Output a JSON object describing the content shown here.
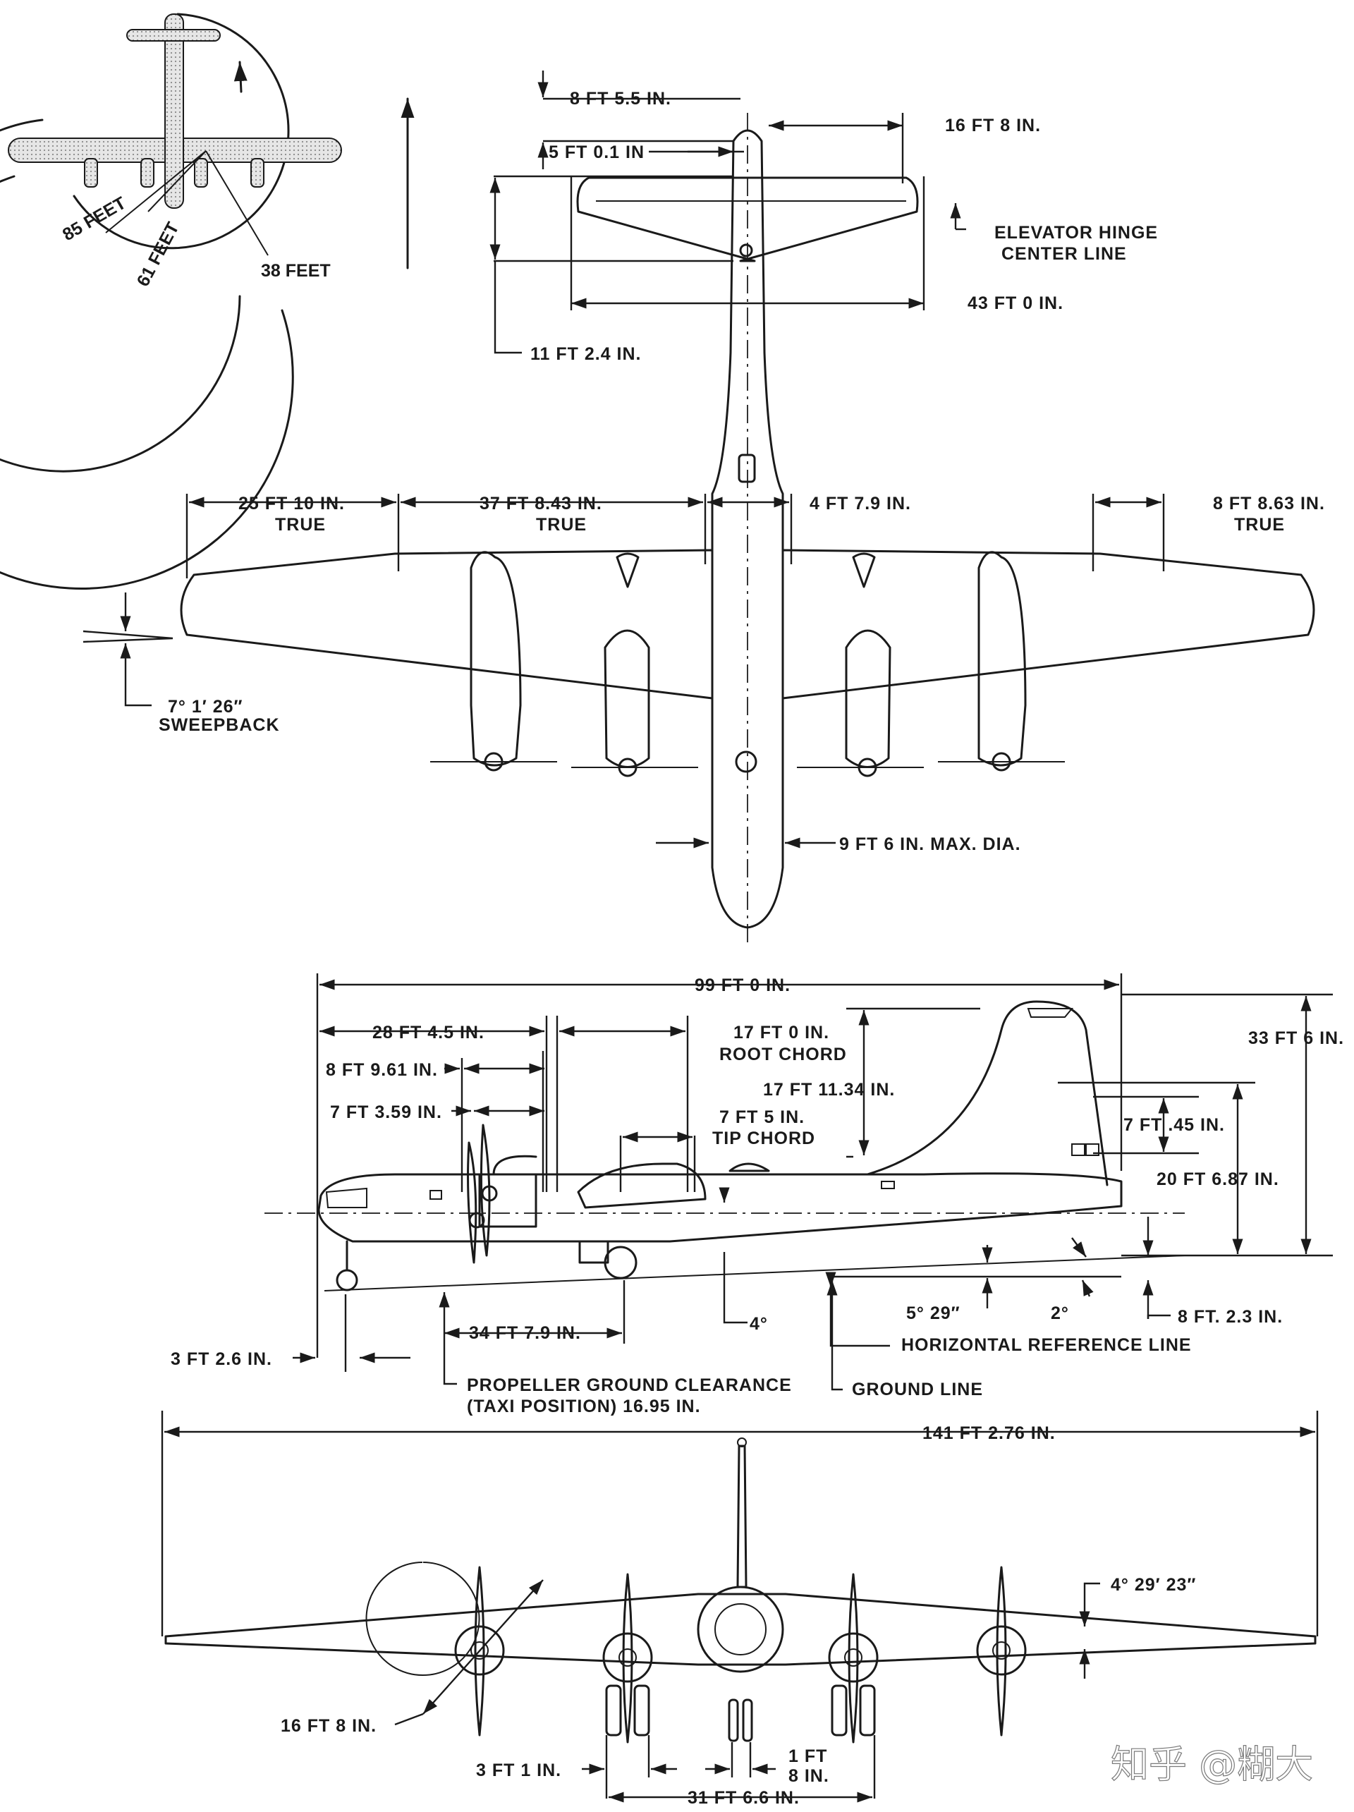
{
  "turning": {
    "r85": "85 FEET",
    "r61": "61 FEET",
    "r38": "38 FEET"
  },
  "plan": {
    "d_8ft5_5": "8 FT 5.5 IN.",
    "d_5ft0_1": "5 FT 0.1 IN",
    "d_16ft8": "16 FT 8 IN.",
    "elevator_1": "ELEVATOR HINGE",
    "elevator_2": "CENTER LINE",
    "d_43ft0": "43 FT 0 IN.",
    "d_11ft2_4": "11 FT 2.4 IN.",
    "d_25ft10": "25 FT 10 IN.",
    "d_37ft8_43": "37 FT 8.43 IN.",
    "d_4ft7_9": "4 FT 7.9 IN.",
    "d_8ft8_63": "8 FT 8.63 IN.",
    "true1": "TRUE",
    "true2": "TRUE",
    "true3": "TRUE",
    "sweep_angle": "7° 1′ 26″",
    "sweep_label": "SWEEPBACK",
    "d_9ft6": "9 FT 6 IN. MAX. DIA."
  },
  "side": {
    "d_99ft0": "99 FT 0 IN.",
    "d_28ft4_5": "28 FT 4.5 IN.",
    "d_17ft0": "17 FT 0 IN.",
    "root_chord": "ROOT CHORD",
    "d_8ft9_61": "8 FT 9.61 IN.",
    "d_17ft11_34": "17 FT 11.34 IN.",
    "d_33ft6": "33 FT 6 IN.",
    "d_7ft3_59": "7 FT 3.59 IN.",
    "d_7ft5": "7 FT 5 IN.",
    "tip_chord": "TIP CHORD",
    "d_7ft45": "7 FT .45 IN.",
    "d_20ft6_87": "20 FT 6.87 IN.",
    "angle_4": "4°",
    "angle_5_29": "5° 29″",
    "angle_2": "2°",
    "d_8ft2_3": "8 FT. 2.3 IN.",
    "d_34ft7_9": "34 FT 7.9 IN.",
    "horizontal_ref": "HORIZONTAL REFERENCE LINE",
    "d_3ft2_6": "3 FT 2.6 IN.",
    "prop_clear_1": "PROPELLER GROUND CLEARANCE",
    "prop_clear_2": "(TAXI POSITION) 16.95 IN.",
    "ground_line": "GROUND LINE"
  },
  "front": {
    "d_141ft2_76": "141 FT 2.76 IN.",
    "dihedral": "4° 29′ 23″",
    "d_16ft8": "16 FT 8 IN.",
    "d_3ft1": "3 FT 1 IN.",
    "d_1ft": "1 FT",
    "d_8in": "8 IN.",
    "d_31ft6_6": "31 FT 6.6 IN."
  },
  "watermark": "知乎 @糊大"
}
